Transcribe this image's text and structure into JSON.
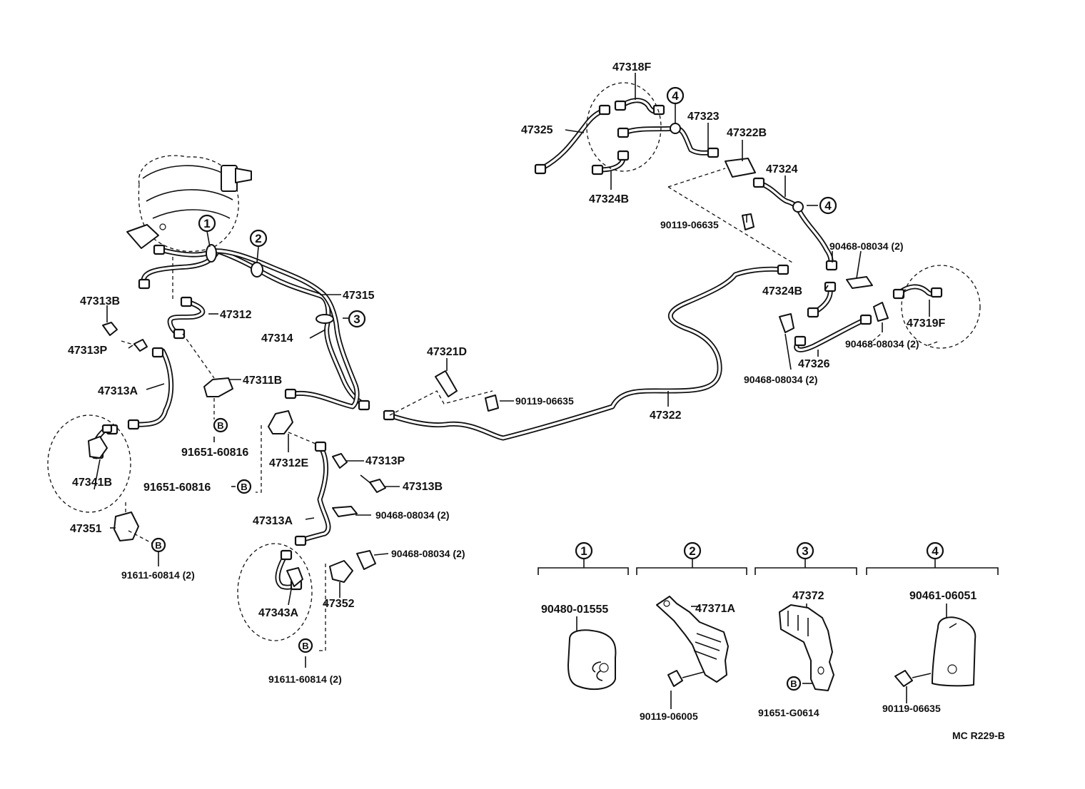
{
  "part_labels": {
    "p47318F": "47318F",
    "p47325": "47325",
    "p47323": "47323",
    "p47322B": "47322B",
    "p47324B_top": "47324B",
    "p47324": "47324",
    "p90119_06635_a": "90119-06635",
    "p90468_08034_a": "90468-08034 (2)",
    "p47324B_right": "47324B",
    "p47319F": "47319F",
    "p90468_08034_b": "90468-08034 (2)",
    "p47326": "47326",
    "p90468_08034_c": "90468-08034 (2)",
    "p47315": "47315",
    "p47312": "47312",
    "p47313B_left": "47313B",
    "p47314": "47314",
    "p47313P_left": "47313P",
    "p47313A_left": "47313A",
    "p47311B": "47311B",
    "p91651_60816_a": "91651-60816",
    "p47341B": "47341B",
    "p47312E": "47312E",
    "p91651_60816_b": "91651-60816",
    "p47313P_mid": "47313P",
    "p47313B_mid": "47313B",
    "p47313A_mid": "47313A",
    "p90468_08034_d": "90468-08034 (2)",
    "p90468_08034_e": "90468-08034 (2)",
    "p47351": "47351",
    "p91611_60814_a": "91611-60814 (2)",
    "p47343A": "47343A",
    "p47352": "47352",
    "p91611_60814_b": "91611-60814 (2)",
    "p47321D": "47321D",
    "p90119_06635_b": "90119-06635",
    "p47322": "47322"
  },
  "ref_markers": {
    "m1": "1",
    "m2": "2",
    "m3": "3",
    "m4": "4",
    "m4_right": "4",
    "b_mark": "B"
  },
  "detail_groups": [
    {
      "marker": "1",
      "parts": [
        "90480-01555"
      ]
    },
    {
      "marker": "2",
      "parts": [
        "47371A",
        "90119-06005"
      ]
    },
    {
      "marker": "3",
      "parts": [
        "47372",
        "91651-G0614"
      ]
    },
    {
      "marker": "4",
      "parts": [
        "90461-06051",
        "90119-06635"
      ]
    }
  ],
  "drawing_code": "MC  R229-B"
}
